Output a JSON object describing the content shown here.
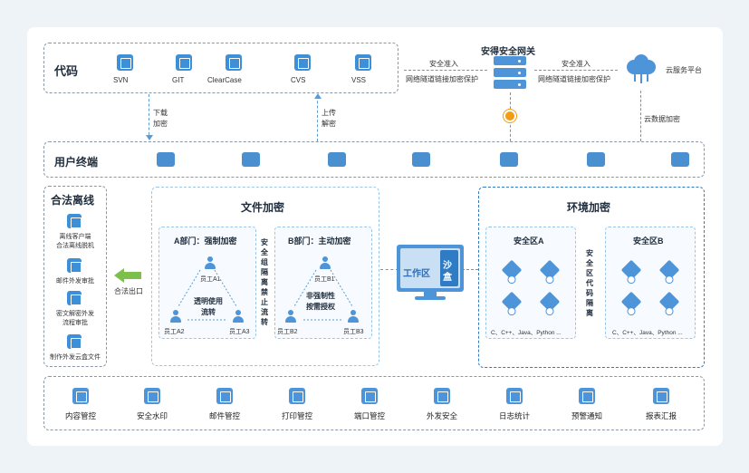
{
  "code_section": {
    "title": "代码",
    "items": [
      {
        "label": "SVN",
        "icon": "terminal-icon"
      },
      {
        "label": "GIT",
        "icon": "terminal-icon"
      },
      {
        "label": "ClearCase",
        "icon": "terminal-icon"
      },
      {
        "label": "CVS",
        "icon": "terminal-icon"
      },
      {
        "label": "VSS",
        "icon": "terminal-icon"
      }
    ]
  },
  "gateway": {
    "title": "安得安全网关",
    "left_label_1": "安全准入",
    "left_label_2": "网络隧道链接加密保护",
    "right_label_1": "安全准入",
    "right_label_2": "网络隧道链接加密保护"
  },
  "cloud": {
    "label": "云服务平台",
    "encrypt_label": "云数据加密"
  },
  "arrows": {
    "download_1": "下载",
    "download_2": "加密",
    "upload_1": "上传",
    "upload_2": "解密"
  },
  "terminal_section": {
    "title": "用户终端",
    "os_icons": [
      "windows-icon",
      "linux-icon",
      "mac-icon",
      "kylin-icon",
      "uos-icon",
      "deepin-icon",
      "android-icon"
    ]
  },
  "offline": {
    "title": "合法离线",
    "items": [
      {
        "label_1": "离线客户端",
        "label_2": "合法离线脱机"
      },
      {
        "label_1": "邮件外发审批",
        "label_2": ""
      },
      {
        "label_1": "密文解密外发",
        "label_2": "流程审批"
      },
      {
        "label_1": "制作外发云盒文件",
        "label_2": ""
      }
    ],
    "exit_label": "合法出口"
  },
  "file_encrypt": {
    "title": "文件加密",
    "dept_a": {
      "title": "A部门：强制加密",
      "user_top": "员工A1",
      "user_left": "员工A2",
      "user_right": "员工A3",
      "center_1": "透明使用",
      "center_2": "流转"
    },
    "isolation_text": "安全组隔离禁止流转",
    "dept_b": {
      "title": "B部门：主动加密",
      "user_top": "员工B1",
      "user_left": "员工B2",
      "user_right": "员工B3",
      "center_1": "非强制性",
      "center_2": "按需授权"
    }
  },
  "workstation": {
    "work_area": "工作区",
    "sandbox": "沙盒"
  },
  "env_encrypt": {
    "title": "环境加密",
    "zone_a": {
      "title": "安全区A",
      "langs": "C、C++、Java、Python ..."
    },
    "isolation_text": "安全区代码隔离",
    "zone_b": {
      "title": "安全区B",
      "langs": "C、C++、Java、Python ..."
    }
  },
  "bottom": {
    "items": [
      {
        "label": "内容管控",
        "icon": "content-control-icon"
      },
      {
        "label": "安全水印",
        "icon": "watermark-icon"
      },
      {
        "label": "邮件管控",
        "icon": "mail-control-icon"
      },
      {
        "label": "打印管控",
        "icon": "printer-icon"
      },
      {
        "label": "端口管控",
        "icon": "port-icon"
      },
      {
        "label": "外发安全",
        "icon": "globe-icon"
      },
      {
        "label": "日志统计",
        "icon": "bar-chart-icon"
      },
      {
        "label": "预警通知",
        "icon": "alarm-icon"
      },
      {
        "label": "报表汇报",
        "icon": "report-icon"
      }
    ]
  },
  "colors": {
    "accent": "#3d8fd8",
    "exit_arrow": "#7cc04b",
    "gateway_orange": "#f39c12"
  }
}
